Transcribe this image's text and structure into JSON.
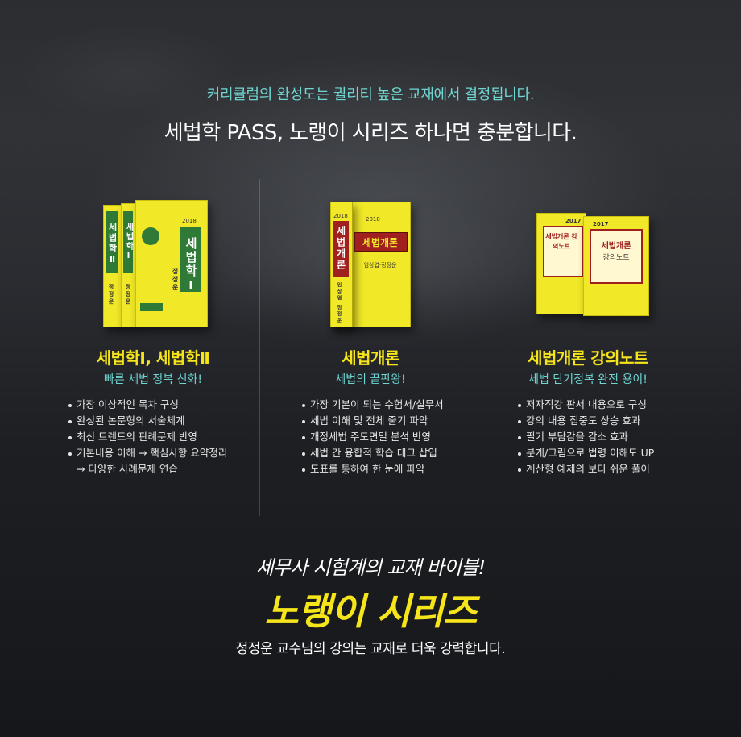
{
  "header": {
    "subtitle": "커리큘럼의 완성도는 퀄리티 높은 교재에서 결정됩니다.",
    "title": "세법학 PASS, 노랭이 시리즈 하나면 충분합니다."
  },
  "books": [
    {
      "title": "세법학Ⅰ, 세법학Ⅱ",
      "tagline": "빠른 세법 정복 신화!",
      "features": [
        "가장 이상적인 목차 구성",
        "완성된 논문형의 서술체계",
        "최신 트렌드의 판례문제 반영",
        "기본내용 이해 → 핵심사항 요약정리",
        "→ 다양한 사례문제 연습"
      ],
      "cover": {
        "spine_text_1": "세법학Ⅱ",
        "spine_text_2": "세법학Ⅰ",
        "front_title": "세법학Ⅰ",
        "author": "정정운",
        "year": "2018"
      }
    },
    {
      "title": "세법개론",
      "tagline": "세법의 끝판왕!",
      "features": [
        "가장 기본이 되는 수험서/실무서",
        "세법 이해 및 전체 줄기 파악",
        "개정세법 주도면밀 분석 반영",
        "세법 간 융합적 학습 테크 삽입",
        "도표를 통하여 한 눈에 파악"
      ],
      "cover": {
        "spine_title": "세법개론",
        "front_title": "세법개론",
        "authors": "임상엽·정정운",
        "spine_authors": "임상엽 정정운",
        "year": "2018"
      }
    },
    {
      "title": "세법개론 강의노트",
      "tagline": "세법 단기정복 완전 용이!",
      "features": [
        "저자직강 판서 내용으로 구성",
        "강의 내용 집중도 상승 효과",
        "필기 부담감을 감소 효과",
        "분개/그림으로 법령 이해도 UP",
        "계산형 예제의 보다 쉬운 풀이"
      ],
      "cover": {
        "back_title": "세법개론 강의노트",
        "front_title_1": "세법개론",
        "front_title_2": "강의노트",
        "year": "2017"
      }
    }
  ],
  "footer": {
    "slogan": "세무사 시험계의 교재 바이블!",
    "brand": "노랭이 시리즈",
    "description": "정정운 교수님의 강의는 교재로 더욱 강력합니다."
  },
  "colors": {
    "accent_yellow": "#f5e51a",
    "accent_teal": "#6fd6d2",
    "cover_yellow": "#f1e827",
    "cover_green": "#2f7a36",
    "cover_red": "#a01f1f"
  }
}
